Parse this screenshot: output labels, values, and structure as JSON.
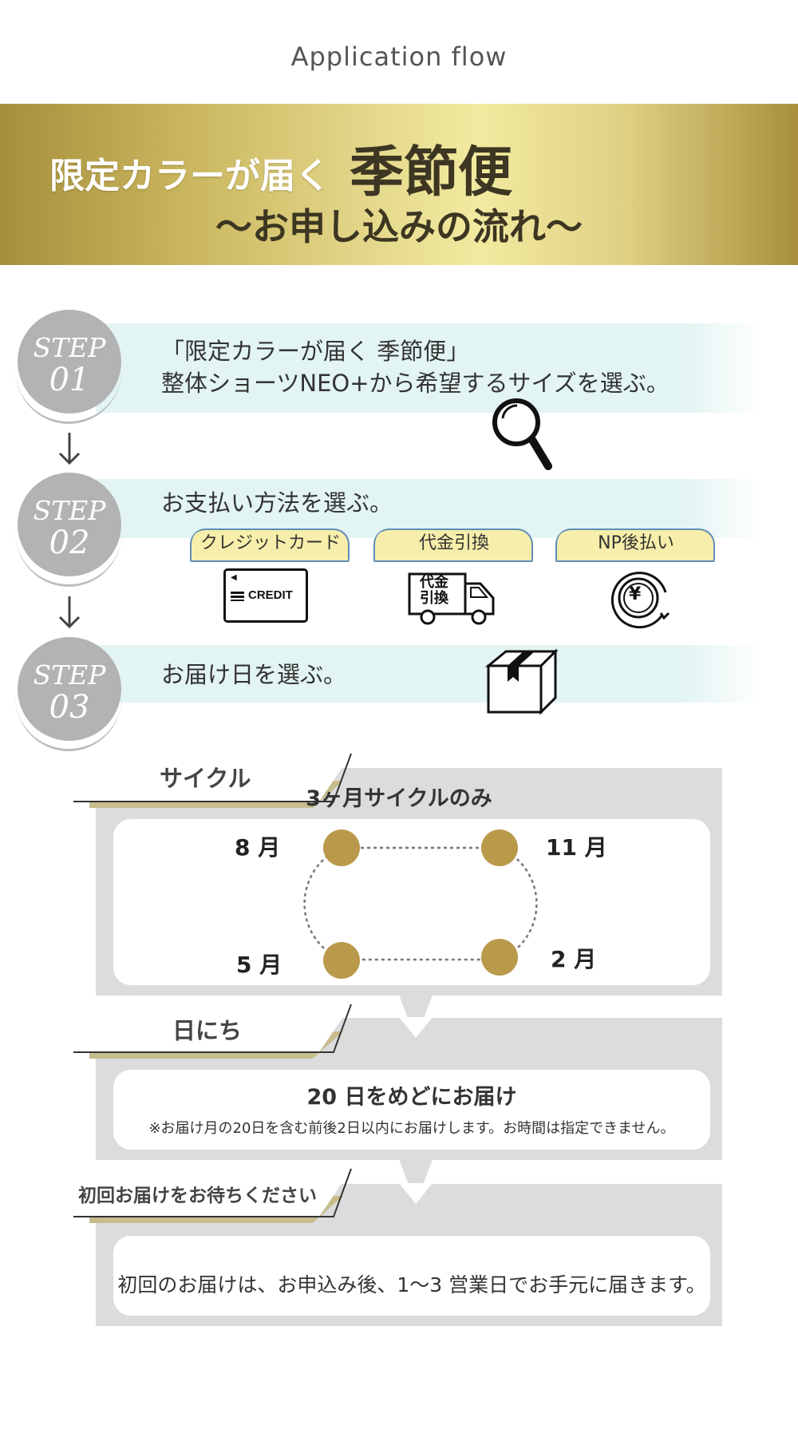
{
  "header": {
    "eyebrow": "Application flow",
    "title_main": "限定カラーが届く",
    "title_big": "季節便",
    "title_sub": "〜お申し込みの流れ〜"
  },
  "steps": [
    {
      "word": "STEP",
      "number": "01",
      "line1": "「限定カラーが届く 季節便」",
      "line2": "整体ショーツNEO+から希望するサイズを選ぶ。"
    },
    {
      "word": "STEP",
      "number": "02",
      "line1": "お支払い方法を選ぶ。"
    },
    {
      "word": "STEP",
      "number": "03",
      "line1": "お届け日を選ぶ。"
    }
  ],
  "payment": {
    "credit": {
      "label": "クレジットカード",
      "icon_text": "CREDIT"
    },
    "cod": {
      "label": "代金引換",
      "icon_text_top": "代金",
      "icon_text_bottom": "引換"
    },
    "np": {
      "label": "NP後払い",
      "icon_text": "¥"
    }
  },
  "cycle": {
    "tab": "サイクル",
    "title": "3ヶ月サイクルのみ",
    "months": {
      "top_left": "8 月",
      "top_right": "11 月",
      "bottom_left": "5 月",
      "bottom_right": "2 月"
    }
  },
  "date": {
    "tab": "日にち",
    "title": "20 日をめどにお届け",
    "note": "※お届け月の20日を含む前後2日以内にお届けします。お時間は指定できません。"
  },
  "first": {
    "tab": "初回お届けをお待ちください",
    "text": "初回のお届けは、お申込み後、1〜3 営業日でお手元に届きます。"
  },
  "colors": {
    "gold": "#b9994a",
    "band": "#e2f4f3",
    "step_circle": "#b3b3b3",
    "tab_yellow": "#f6eeaa",
    "box_gray": "#dcdcdc"
  }
}
